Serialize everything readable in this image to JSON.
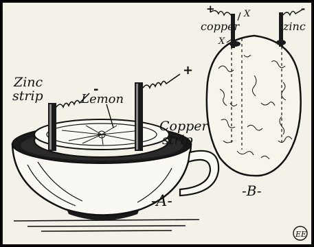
{
  "figure_a": {
    "zinc_label_line1": "Zinc",
    "zinc_label_line2": "strip",
    "lemon_label": "Lemon",
    "copper_label_line1": "Copper",
    "copper_label_line2": "strip",
    "minus_sign": "-",
    "plus_sign": "+",
    "caption": "-A-"
  },
  "figure_b": {
    "copper_label": "copper",
    "zinc_label": "zinc",
    "x_label_top": "X",
    "x_label_left": "X",
    "plus_sign": "+",
    "minus_sign": "-",
    "caption": "-B-"
  },
  "signature": "EE"
}
